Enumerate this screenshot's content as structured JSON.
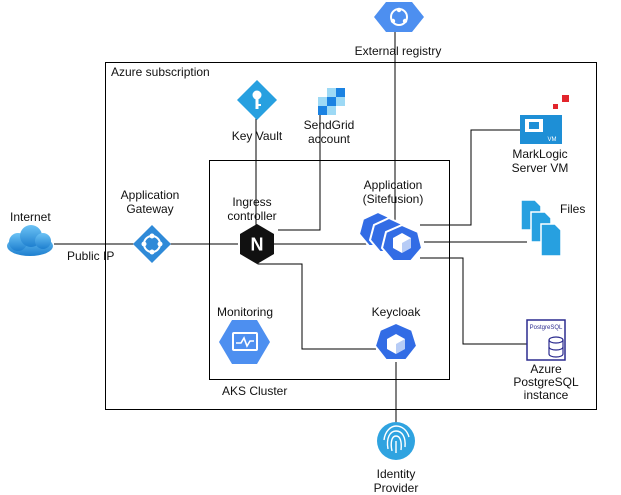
{
  "containers": {
    "subscription": "Azure subscription",
    "aks": "AKS Cluster"
  },
  "nodes": {
    "external_registry": "External registry",
    "key_vault": "Key Vault",
    "sendgrid_line1": "SendGrid",
    "sendgrid_line2": "account",
    "internet": "Internet",
    "public_ip": "Public IP",
    "app_gateway_line1": "Application",
    "app_gateway_line2": "Gateway",
    "ingress_line1": "Ingress",
    "ingress_line2": "controller",
    "application_line1": "Application",
    "application_line2": "(Sitefusion)",
    "monitoring": "Monitoring",
    "keycloak": "Keycloak",
    "marklogic_line1": "MarkLogic",
    "marklogic_line2": "Server VM",
    "files": "Files",
    "postgres_line1": "Azure",
    "postgres_line2": "PostgreSQL",
    "postgres_line3": "instance",
    "identity_line1": "Identity",
    "identity_line2": "Provider"
  },
  "icon_text": {
    "ingress": "N",
    "vm_badge": "VM",
    "postgres_badge": "PostgreSQL"
  },
  "colors": {
    "azure_blue": "#2f8ad8",
    "gcp_blue": "#4d8ff0",
    "k8s_blue": "#326ce5",
    "nginx_black": "#111111",
    "red_accent": "#e2252c",
    "postgres_blue": "#2c2c8f"
  }
}
